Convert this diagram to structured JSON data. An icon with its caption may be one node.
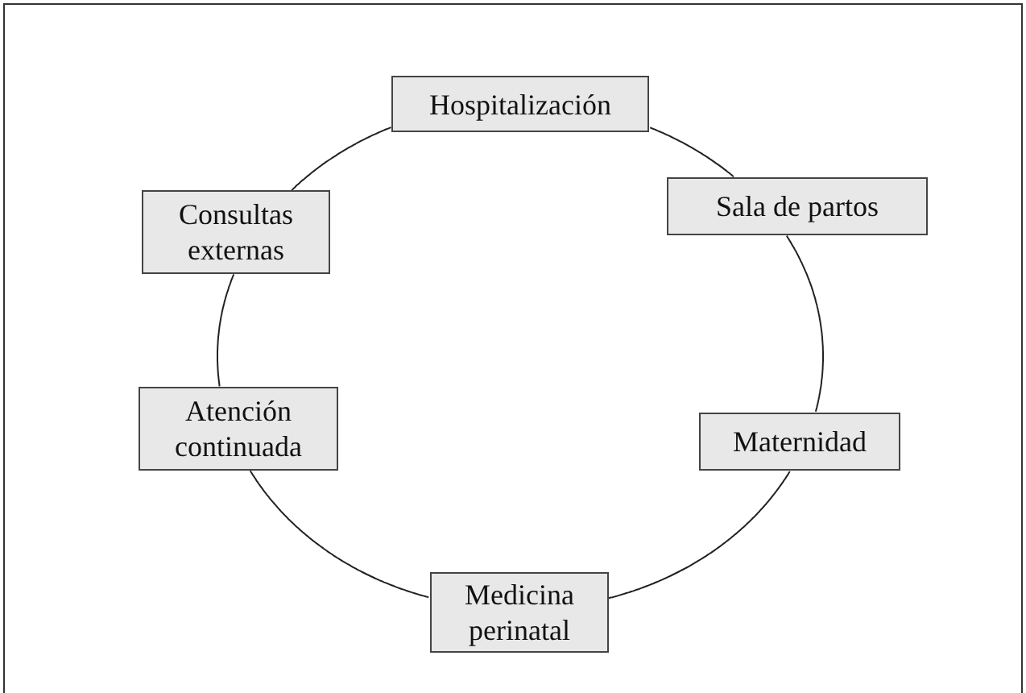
{
  "diagram": {
    "nodes": [
      {
        "text": [
          "Hospitalización"
        ]
      },
      {
        "text": [
          "Sala de partos"
        ]
      },
      {
        "text": [
          "Maternidad"
        ]
      },
      {
        "text": [
          "Medicina perinatal"
        ]
      },
      {
        "text": [
          "Atención continuada"
        ]
      },
      {
        "text": [
          "Consultas externas"
        ]
      }
    ],
    "edges": [
      {
        "from": 0,
        "to": 1,
        "arrow": "none"
      },
      {
        "from": 1,
        "to": 2,
        "arrow": "none"
      },
      {
        "from": 2,
        "to": 3,
        "arrow": "none"
      },
      {
        "from": 3,
        "to": 4,
        "arrow": "none"
      },
      {
        "from": 4,
        "to": 5,
        "arrow": "none"
      },
      {
        "from": 5,
        "to": 0,
        "arrow": "none"
      }
    ]
  }
}
